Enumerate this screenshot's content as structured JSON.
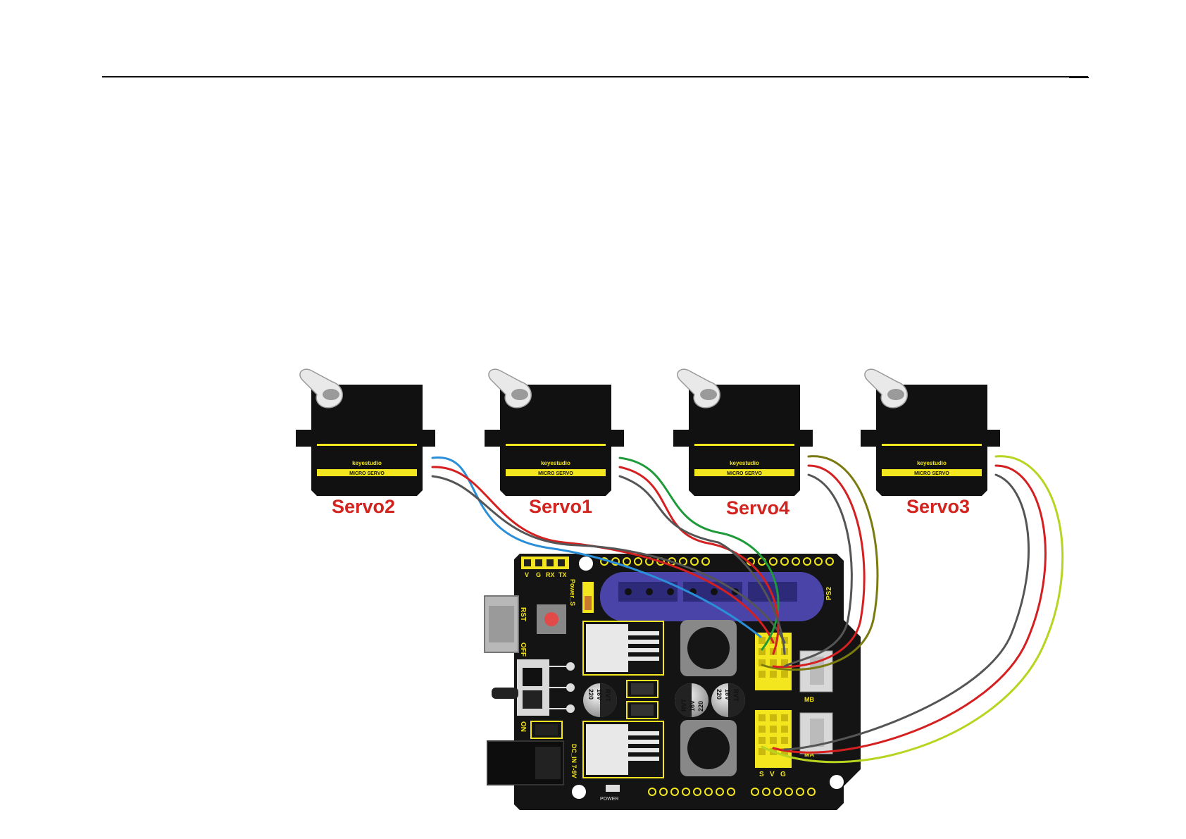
{
  "servos": [
    {
      "name": "Servo2",
      "brand": "keyestudio",
      "model": "MICRO SERVO",
      "signal_color": "#2a8fd8"
    },
    {
      "name": "Servo1",
      "brand": "keyestudio",
      "model": "MICRO SERVO",
      "signal_color": "#1f9a3a"
    },
    {
      "name": "Servo4",
      "brand": "keyestudio",
      "model": "MICRO SERVO",
      "signal_color": "#7a7a10"
    },
    {
      "name": "Servo3",
      "brand": "keyestudio",
      "model": "MICRO SERVO",
      "signal_color": "#b8d420"
    }
  ],
  "colors": {
    "servo_label": "#d2231f",
    "servo_body": "#111111",
    "board": "#141414",
    "header_yellow": "#f4e61e",
    "wire_red": "#d42020",
    "wire_black": "#444444"
  },
  "board": {
    "serial_pins": [
      "V",
      "G",
      "RX",
      "TX"
    ],
    "power_switch": "Power_S",
    "reset": "RST",
    "off": "OFF",
    "on": "ON",
    "dc_in": "DC_IN 7-9V",
    "ps2": "PS2",
    "motor_b": "MB",
    "motor_a": "MA",
    "svg_labels": [
      "S",
      "V",
      "G"
    ],
    "power_led": "POWER",
    "cap1": [
      "220",
      "16V",
      "RVT"
    ],
    "cap2": [
      "220",
      "16V",
      "RVT"
    ],
    "cap3": [
      "220",
      "16V",
      "RVT"
    ]
  }
}
